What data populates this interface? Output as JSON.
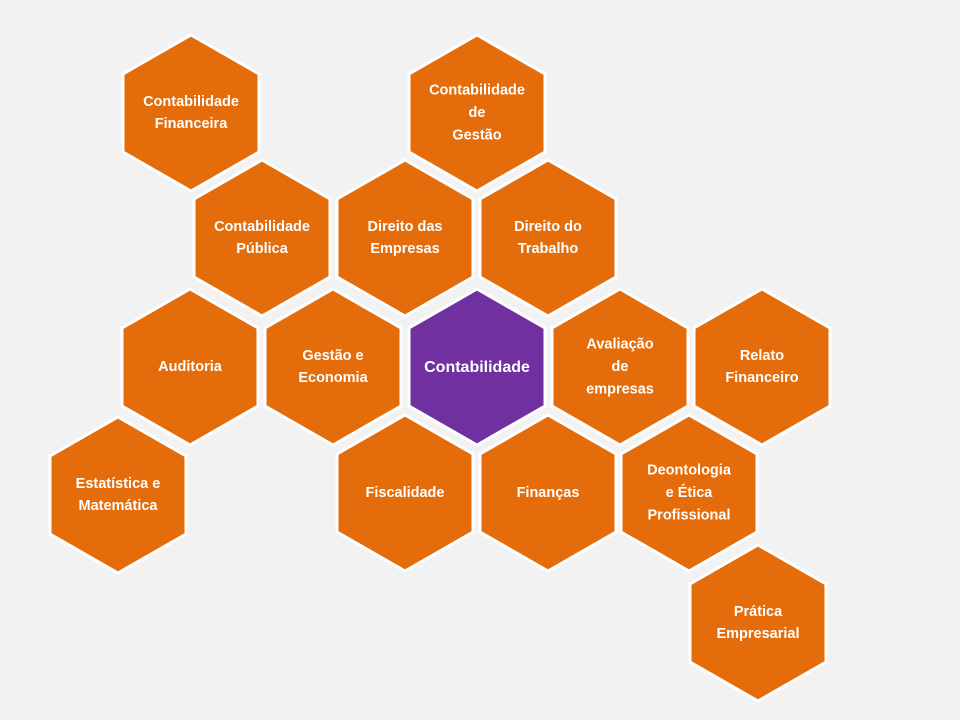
{
  "colors": {
    "background": "#f2f2f2",
    "hex_orange": "#e46c0a",
    "hex_purple": "#7030a0",
    "hex_border": "#ffffff",
    "text": "#ffffff"
  },
  "diagram": {
    "center": {
      "id": "contabilidade",
      "lines": [
        "Contabilidade"
      ],
      "color": "#7030a0"
    },
    "nodes": [
      {
        "id": "contabilidade-financeira",
        "lines": [
          "Contabilidade",
          "Financeira"
        ],
        "color": "#e46c0a"
      },
      {
        "id": "contabilidade-de-gestao",
        "lines": [
          "Contabilidade",
          "de",
          "Gestão"
        ],
        "color": "#e46c0a"
      },
      {
        "id": "contabilidade-publica",
        "lines": [
          "Contabilidade",
          "Pública"
        ],
        "color": "#e46c0a"
      },
      {
        "id": "direito-das-empresas",
        "lines": [
          "Direito das",
          "Empresas"
        ],
        "color": "#e46c0a"
      },
      {
        "id": "direito-do-trabalho",
        "lines": [
          "Direito do",
          "Trabalho"
        ],
        "color": "#e46c0a"
      },
      {
        "id": "auditoria",
        "lines": [
          "Auditoria"
        ],
        "color": "#e46c0a"
      },
      {
        "id": "gestao-e-economia",
        "lines": [
          "Gestão e",
          "Economia"
        ],
        "color": "#e46c0a"
      },
      {
        "id": "avaliacao-de-empresas",
        "lines": [
          "Avaliação",
          "de",
          "empresas"
        ],
        "color": "#e46c0a"
      },
      {
        "id": "relato-financeiro",
        "lines": [
          "Relato",
          "Financeiro"
        ],
        "color": "#e46c0a"
      },
      {
        "id": "estatistica-e-matematica",
        "lines": [
          "Estatística e",
          "Matemática"
        ],
        "color": "#e46c0a"
      },
      {
        "id": "fiscalidade",
        "lines": [
          "Fiscalidade"
        ],
        "color": "#e46c0a"
      },
      {
        "id": "financas",
        "lines": [
          "Finanças"
        ],
        "color": "#e46c0a"
      },
      {
        "id": "deontologia-e-etica-profissional",
        "lines": [
          "Deontologia",
          "e Ética",
          "Profissional"
        ],
        "color": "#e46c0a"
      },
      {
        "id": "pratica-empresarial",
        "lines": [
          "Prática",
          "Empresarial"
        ],
        "color": "#e46c0a"
      }
    ]
  }
}
